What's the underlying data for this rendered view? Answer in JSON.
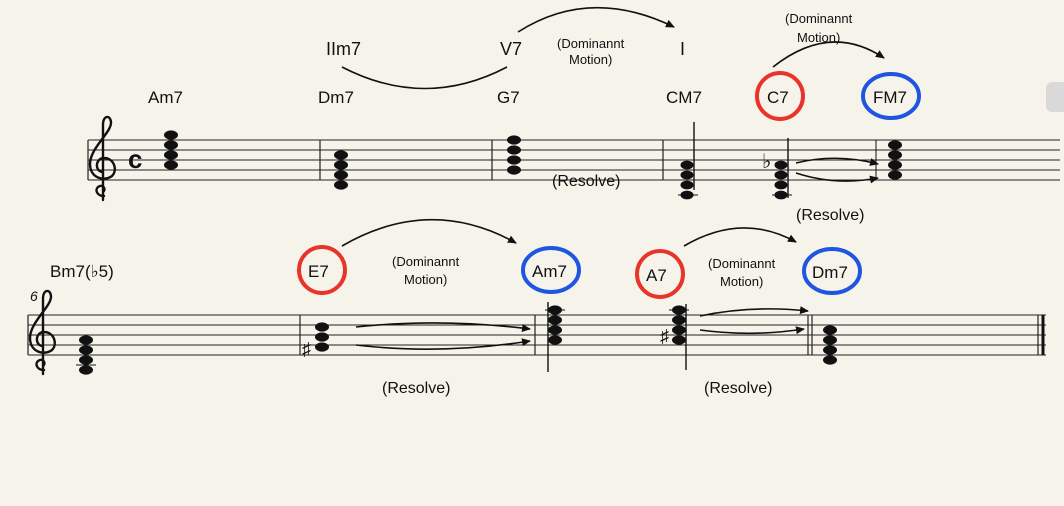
{
  "system1": {
    "chords": [
      "Am7",
      "Dm7",
      "G7",
      "CM7",
      "C7",
      "FM7"
    ],
    "roman": [
      "IIm7",
      "V7",
      "I"
    ],
    "motion_note": [
      "(Dominannt",
      "Motion)"
    ],
    "resolve": "(Resolve)",
    "clef": "treble-clef",
    "time_signature": "c"
  },
  "system2": {
    "measure_number": "6",
    "chords": [
      "Bm7(♭5)",
      "E7",
      "Am7",
      "A7",
      "Dm7"
    ],
    "motion_note": [
      "(Dominannt",
      "Motion)"
    ],
    "resolve": "(Resolve)",
    "clef": "treble-clef"
  },
  "accidentals": {
    "flat": "♭",
    "sharp": "♯"
  },
  "colors": {
    "dominant": "#e8352b",
    "target": "#1f55e0",
    "paper": "#f6f3ea"
  }
}
